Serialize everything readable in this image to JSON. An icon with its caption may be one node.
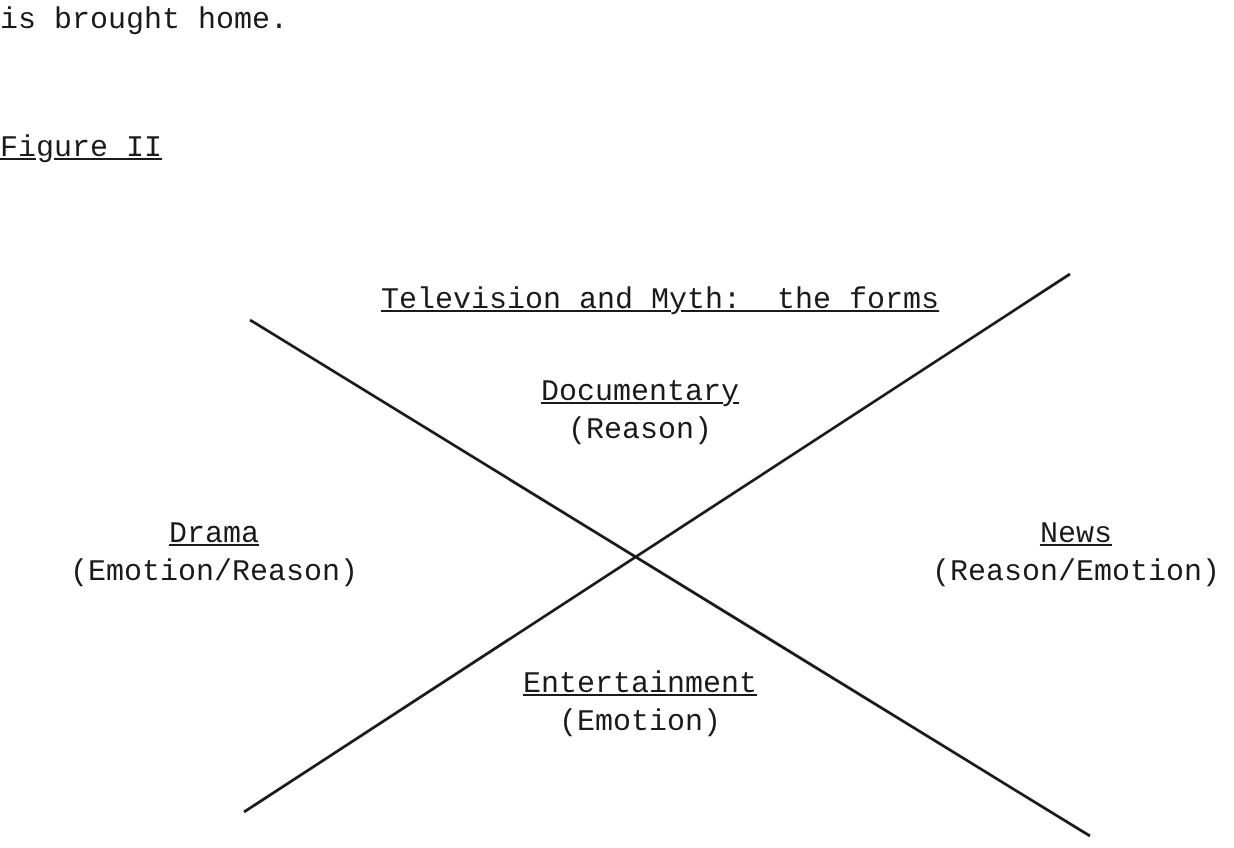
{
  "diagram": {
    "title": "Television and Myth:  the forms",
    "nodes": [
      {
        "text": [
          "Documentary",
          "(Reason)"
        ]
      },
      {
        "text": [
          "Drama",
          "(Emotion/Reason)"
        ]
      },
      {
        "text": [
          "News",
          "(Reason/Emotion)"
        ]
      },
      {
        "text": [
          "Entertainment",
          "(Emotion)"
        ]
      }
    ],
    "labels": [
      "is brought home.",
      "Figure II"
    ]
  }
}
